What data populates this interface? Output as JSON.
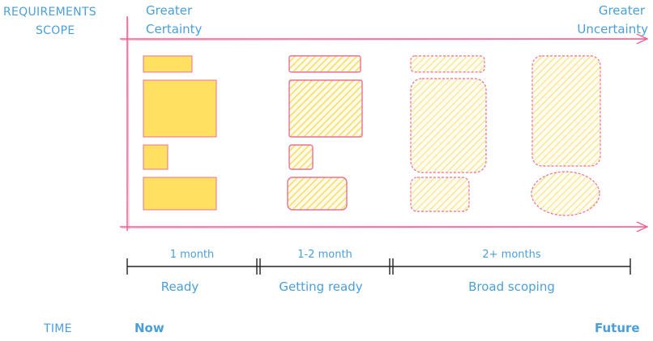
{
  "axis": {
    "y_label_line1": "REQUIREMENTS",
    "y_label_line2": "SCOPE",
    "x_label": "TIME"
  },
  "certainty": {
    "left_line1": "Greater",
    "left_line2": "Certainty",
    "right_line1": "Greater",
    "right_line2": "Uncertainty"
  },
  "time_ends": {
    "start": "Now",
    "end": "Future"
  },
  "periods": [
    {
      "duration": "1 month",
      "stage": "Ready"
    },
    {
      "duration": "1-2 month",
      "stage": "Getting ready"
    },
    {
      "duration": "2+ months",
      "stage": "Broad scoping"
    }
  ],
  "colors": {
    "axis": "#f0608e",
    "solid_fill": "#ffe060",
    "solid_stroke": "#e8709a",
    "hatch": "#f4d23a",
    "text": "#4a9fd8",
    "timeline": "#222222"
  }
}
